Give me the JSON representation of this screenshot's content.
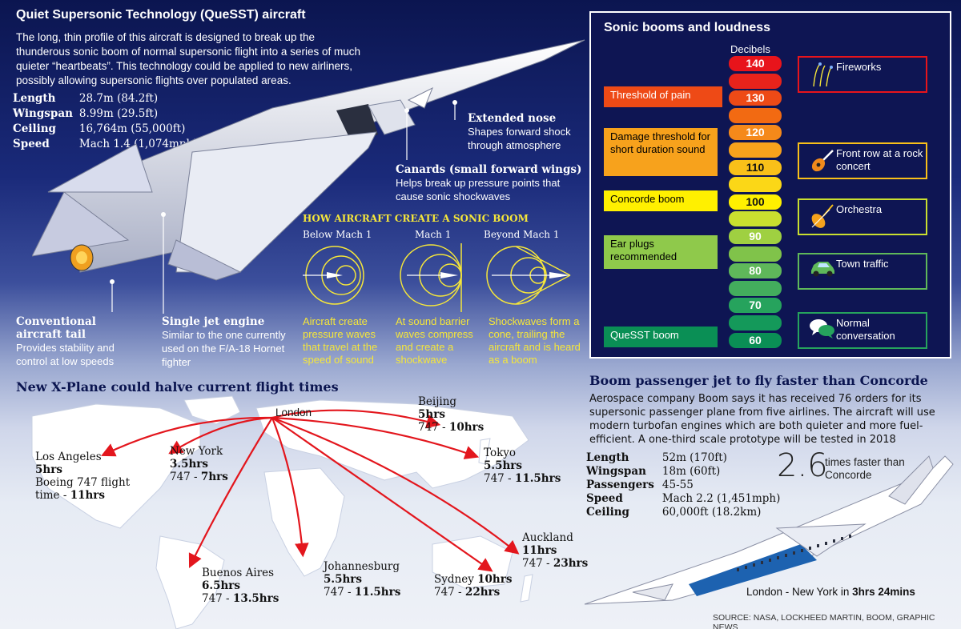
{
  "quesst": {
    "title": "Quiet Supersonic Technology (QueSST) aircraft",
    "intro": "The long, thin profile of this aircraft is designed to break up the thunderous sonic boom of normal supersonic flight into a series of much quieter “heartbeats”. This technology could be applied to new airliners, possibly allowing supersonic flights over populated areas.",
    "specs": [
      {
        "k": "Length",
        "v": "28.7m (84.2ft)"
      },
      {
        "k": "Wingspan",
        "v": "8.99m (29.5ft)"
      },
      {
        "k": "Ceiling",
        "v": "16,764m (55,000ft)"
      },
      {
        "k": "Speed",
        "v": "Mach 1.4 (1,074mph)"
      }
    ],
    "callouts": {
      "nose_title": "Extended nose",
      "nose_text": "Shapes forward shock through atmosphere",
      "canards_title": "Canards (small forward wings)",
      "canards_text": "Helps break up pressure points that cause sonic shockwaves",
      "tail_title": "Conventional aircraft tail",
      "tail_text": "Provides stability and control at low speeds",
      "engine_title": "Single jet engine",
      "engine_text": "Similar to the one currently used on the F/A-18 Hornet fighter"
    }
  },
  "boom_how": {
    "title": "HOW AIRCRAFT CREATE A SONIC BOOM",
    "panels": [
      {
        "label": "Below Mach 1",
        "text": "Aircraft create pressure waves that travel at the speed of sound"
      },
      {
        "label": "Mach 1",
        "text": "At sound barrier waves compress and create a shockwave"
      },
      {
        "label": "Beyond Mach 1",
        "text": "Shockwaves form a cone, trailing the aircraft and is heard as a boom"
      }
    ]
  },
  "sonic": {
    "title": "Sonic booms and loudness",
    "unit": "Decibels",
    "scale": [
      {
        "value": "140",
        "color": "#e8141b",
        "label": true
      },
      {
        "value": "",
        "color": "#e8231b"
      },
      {
        "value": "130",
        "color": "#ee4a16",
        "label": true
      },
      {
        "value": "",
        "color": "#f26a12"
      },
      {
        "value": "120",
        "color": "#f5891a",
        "label": true
      },
      {
        "value": "",
        "color": "#f7a21c"
      },
      {
        "value": "110",
        "color": "#f9c019",
        "label": true
      },
      {
        "value": "",
        "color": "#fbd717"
      },
      {
        "value": "100",
        "color": "#fff000",
        "label": true
      },
      {
        "value": "",
        "color": "#c9df2f"
      },
      {
        "value": "90",
        "color": "#9fd041",
        "label": true
      },
      {
        "value": "",
        "color": "#80c34a"
      },
      {
        "value": "80",
        "color": "#5fb85a",
        "label": true
      },
      {
        "value": "",
        "color": "#43ad5d"
      },
      {
        "value": "70",
        "color": "#26a35d",
        "label": true
      },
      {
        "value": "",
        "color": "#14995a"
      },
      {
        "value": "60",
        "color": "#0a8f55",
        "label": true
      }
    ],
    "labels": [
      {
        "text": "Threshold of pain",
        "color": "#ee4a16"
      },
      {
        "text": "Damage threshold for short duration sound",
        "color": "#f7a21c"
      },
      {
        "text": "Concorde boom",
        "color": "#fff000"
      },
      {
        "text": "Ear plugs recommended",
        "color": "#8fc94b"
      },
      {
        "text": "QueSST boom",
        "color": "#0a8f55"
      }
    ],
    "examples": [
      {
        "text": "Fireworks",
        "icon": "fireworks-icon",
        "color": "#e8141b"
      },
      {
        "text": "Front row at a rock concert",
        "icon": "guitar-icon",
        "color": "#f9c019"
      },
      {
        "text": "Orchestra",
        "icon": "violin-icon",
        "color": "#c9df2f"
      },
      {
        "text": "Town traffic",
        "icon": "car-icon",
        "color": "#5fb85a"
      },
      {
        "text": "Normal conversation",
        "icon": "speech-bubbles-icon",
        "color": "#26a35d"
      }
    ]
  },
  "map": {
    "title": "New X-Plane could halve current flight times",
    "origin": "London",
    "cities": [
      {
        "name": "Los Angeles",
        "xplane": "5hrs",
        "current_prefix": "Boeing 747 flight time -",
        "current": "11hrs"
      },
      {
        "name": "New York",
        "xplane": "3.5hrs",
        "current_prefix": "747 -",
        "current": "7hrs"
      },
      {
        "name": "Beijing",
        "xplane": "5hrs",
        "current_prefix": "747 -",
        "current": "10hrs"
      },
      {
        "name": "Tokyo",
        "xplane": "5.5hrs",
        "current_prefix": "747 -",
        "current": "11.5hrs"
      },
      {
        "name": "Auckland",
        "xplane": "11hrs",
        "current_prefix": "747 -",
        "current": "23hrs"
      },
      {
        "name": "Sydney",
        "xplane": "10hrs",
        "current_prefix": "747 -",
        "current": "22hrs"
      },
      {
        "name": "Johannesburg",
        "xplane": "5.5hrs",
        "current_prefix": "747 -",
        "current": "11.5hrs"
      },
      {
        "name": "Buenos Aires",
        "xplane": "6.5hrs",
        "current_prefix": "747 -",
        "current": "13.5hrs"
      }
    ]
  },
  "boom_jet": {
    "title": "Boom passenger jet to fly faster than Concorde",
    "text": "Aerospace company Boom says it has received 76 orders for its supersonic passenger plane from five airlines. The aircraft will use modern turbofan engines which are both quieter and more fuel-efficient. A one-third scale prototype will be tested in 2018",
    "specs": [
      {
        "k": "Length",
        "v": "52m (170ft)"
      },
      {
        "k": "Wingspan",
        "v": "18m (60ft)"
      },
      {
        "k": "Passengers",
        "v": "45-55"
      },
      {
        "k": "Speed",
        "v": "Mach 2.2 (1,451mph)"
      },
      {
        "k": "Ceiling",
        "v": "60,000ft (18.2km)"
      }
    ],
    "factor": "2.6",
    "factor_text": "times faster than Concorde",
    "route_prefix": "London - New York in",
    "route_time": "3hrs 24mins"
  },
  "source": "SOURCE: NASA, LOCKHEED MARTIN, BOOM, GRAPHIC NEWS"
}
